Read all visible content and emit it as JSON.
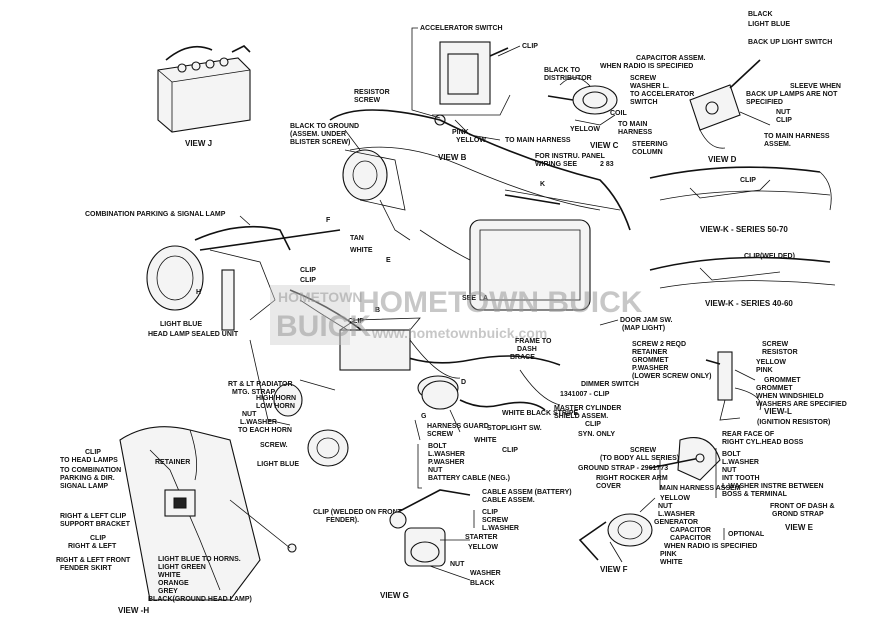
{
  "views": {
    "j": "VIEW J",
    "b": "VIEW B",
    "c": "VIEW C",
    "d": "VIEW D",
    "k1": "VIEW-K - SERIES 50-70",
    "k2": "VIEW-K - SERIES 40-60",
    "l": "VIEW-L",
    "l_sub": "(IGNITION RESISTOR)",
    "e": "VIEW E",
    "f": "VIEW F",
    "g": "VIEW G",
    "h": "VIEW -H"
  },
  "labels": {
    "accelerator_switch": "ACCELERATOR SWITCH",
    "clip_top": "CLIP",
    "resistor_screw": [
      "RESISTOR",
      "SCREW"
    ],
    "black_to_ground": [
      "BLACK TO GROUND",
      "(ASSEM. UNDER",
      "BLISTER SCREW)"
    ],
    "pink_yellow": [
      "PINK",
      "YELLOW"
    ],
    "to_main_harness_b": "TO MAIN HARNESS",
    "instrument_panel": [
      "FOR INSTRU. PANEL",
      "WIRING SEE",
      "2 83"
    ],
    "black_to_distributor": [
      "BLACK TO",
      "DISTRIBUTOR"
    ],
    "capacitor": [
      "CAPACITOR ASSEM.",
      "WHEN RADIO IS SPECIFIED"
    ],
    "screw_washer": [
      "SCREW",
      "WASHER L."
    ],
    "to_accel_switch": [
      "TO ACCELERATOR",
      "SWITCH"
    ],
    "coil": "COIL",
    "yellow_c": "YELLOW",
    "to_main_harness_c": [
      "TO MAIN",
      "HARNESS"
    ],
    "steering_column": [
      "STEERING",
      "COLUMN"
    ],
    "black_d": "BLACK",
    "light_blue_d": "LIGHT BLUE",
    "backup_switch": "BACK UP LIGHT SWITCH",
    "sleeve": [
      "SLEEVE WHEN",
      "BACK UP LAMPS ARE NOT",
      "SPECIFIED"
    ],
    "nut_clip": [
      "NUT",
      "CLIP"
    ],
    "to_main_harness_d": [
      "TO MAIN HARNESS",
      "ASSEM."
    ],
    "clip_k": "CLIP",
    "clip_welded_k": "CLIP(WELDED)",
    "k_marker": "K",
    "combination_lamp": "COMBINATION PARKING & SIGNAL LAMP",
    "f_marker": "F",
    "tan": "TAN",
    "white": "WHITE",
    "e_marker": "E",
    "clip_1": "CLIP",
    "clip_2": "CLIP",
    "clip_3": "CLIP",
    "see": "SEE",
    "a_marker": "A",
    "b_marker": "B",
    "h_marker": "H",
    "light_blue_headlamp": [
      "LIGHT BLUE",
      "HEAD LAMP SEALED UNIT"
    ],
    "frame_to_dash": [
      "FRAME TO",
      "DASH",
      "BRACE"
    ],
    "door_jam": [
      "DOOR JAM SW.",
      "(MAP LIGHT)"
    ],
    "screw_retainer": [
      "SCREW 2 REQD",
      "RETAINER",
      "GROMMET",
      "P.WASHER",
      "(LOWER SCREW ONLY)"
    ],
    "screw_resistor": [
      "SCREW",
      "RESISTOR"
    ],
    "yellow_l": "YELLOW",
    "pink_l": "PINK",
    "grommet": [
      "GROMMET",
      "GROMMET",
      "WHEN WINDSHIELD",
      "WASHERS ARE SPECIFIED"
    ],
    "radiator_strap": [
      "RT & LT RADIATOR",
      "MTG. STRAP"
    ],
    "high_low_horn": [
      "HIGH HORN",
      "LOW HORN"
    ],
    "nut_washer_horn": [
      "NUT",
      "L.WASHER",
      "TO EACH HORN"
    ],
    "dimmer": "DIMMER SWITCH",
    "clip_1341007": "1341007 - CLIP",
    "d_marker": "D",
    "g_marker": "G",
    "white_black_stripe": "WHITE BLACK STRIPE",
    "master_cylinder": [
      "MASTER CYLINDER",
      "SHIELD ASSEM."
    ],
    "clip_mc": "CLIP",
    "syn_only": "SYN. ONLY",
    "harness_guard": [
      "HARNESS GUARD",
      "SCREW"
    ],
    "stoplight": "STOPLIGHT SW.",
    "white_mid": "WHITE",
    "clip_mid": "CLIP",
    "bolt_group": [
      "BOLT",
      "L.WASHER",
      "P.WASHER",
      "NUT",
      "BATTERY CABLE (NEG.)"
    ],
    "screw_body": [
      "SCREW",
      "(TO BODY ALL SERIES)"
    ],
    "ground_strap": "GROUND STRAP - 2961773",
    "rocker_arm": [
      "RIGHT ROCKER ARM",
      "COVER"
    ],
    "rear_face": [
      "REAR FACE OF",
      "RIGHT CYL.HEAD BOSS"
    ],
    "bolt_e": [
      "BOLT",
      "L.WASHER",
      "NUT",
      "INT TOOTH",
      "L.WASHER INSTRE BETWEEN",
      "BOSS & TERMINAL"
    ],
    "front_dash": [
      "FRONT OF DASH &",
      "GROND STRAP"
    ],
    "clip_h": "CLIP",
    "to_head_lamps": "TO HEAD LAMPS",
    "to_combination": [
      "TO COMBINATION",
      "PARKING & DIR.",
      "SIGNAL LAMP"
    ],
    "retainer": "RETAINER",
    "screw_h": "SCREW.",
    "light_blue_mid": "LIGHT BLUE",
    "clip_welded_fender": [
      "CLIP (WELDED ON FRONT",
      "FENDER)."
    ],
    "clip_support": [
      "RIGHT & LEFT CLIP",
      "SUPPORT BRACKET"
    ],
    "clip_rl": [
      "CLIP",
      "RIGHT & LEFT"
    ],
    "fender_skirt": [
      "RIGHT & LEFT FRONT",
      "FENDER SKIRT"
    ],
    "h_wires": [
      "LIGHT BLUE TO HORNS.",
      "LIGHT GREEN",
      "WHITE",
      "ORANGE",
      "GREY",
      "BLACK(GROUND HEAD LAMP)"
    ],
    "cable_assem": [
      "CABLE ASSEM (BATTERY)",
      "CABLE ASSEM."
    ],
    "clip_screw_g": [
      "CLIP",
      "SCREW",
      "L.WASHER"
    ],
    "starter": "STARTER",
    "yellow_g": "YELLOW",
    "nut_washer_g": [
      "NUT",
      "WASHER"
    ],
    "black_g": "BLACK",
    "main_harness_f": "MAIN HARNESS ASSEM",
    "yellow_f": "YELLOW",
    "nut_f": "NUT",
    "washer_f": "L.WASHER",
    "generator": "GENERATOR",
    "capacitors": [
      "CAPACITOR",
      "CAPACITOR"
    ],
    "optional": "OPTIONAL",
    "radio_f": "WHEN RADIO IS SPECIFIED",
    "pink_white_f": [
      "PINK",
      "WHITE"
    ]
  },
  "watermark": {
    "line1": "HOMETOWN",
    "line2": "BUICK",
    "line3": "HOMETOWN BUICK",
    "line4": "www.hometownbuick.com"
  }
}
